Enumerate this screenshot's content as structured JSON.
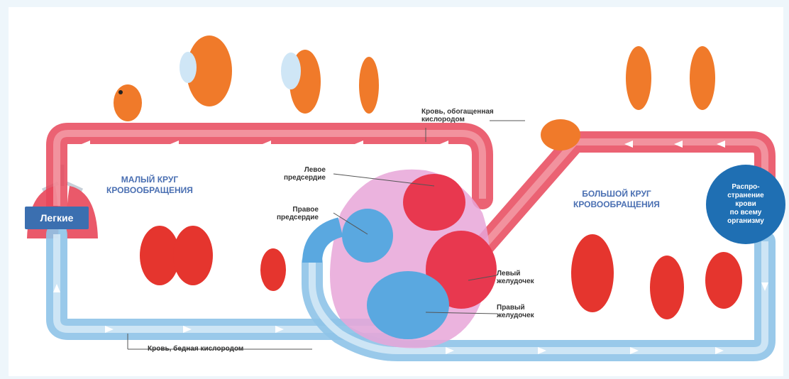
{
  "labels": {
    "oxygen_rich_blood": "Кровь, обогащенная\nкислородом",
    "left_atrium": "Левое\nпредсердие",
    "right_atrium": "Правое\nпредсердие",
    "left_ventricle": "Левый\nжелудочек",
    "right_ventricle": "Правый\nжелудочек",
    "oxygen_poor_blood": "Кровь, бедная кислородом",
    "lungs": "Легкие",
    "pulmonary_circulation": "МАЛЫЙ КРУГ\nКРОВООБРАЩЕНИЯ",
    "systemic_circulation": "БОЛЬШОЙ КРУГ\nКРОВООБРАЩЕНИЯ",
    "distribution": "Распро-\nстранение\nкрови\nпо всему\nорганизму"
  },
  "colors": {
    "arterial": "#e8475a",
    "venous": "#8ec3e8",
    "heart_pink": "#e8a6d8",
    "heart_red": "#e8384f",
    "heart_blue": "#5aa8e0",
    "character": "#f07a2a",
    "character_red": "#e5352e"
  }
}
